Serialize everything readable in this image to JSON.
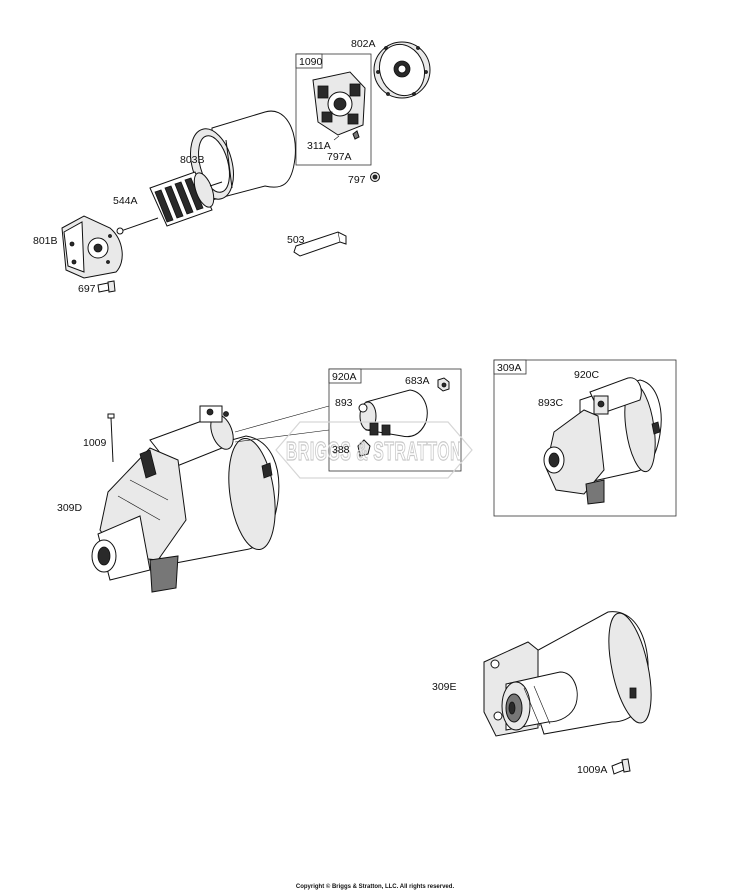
{
  "labels": {
    "l802A": "802A",
    "l1090": "1090",
    "l311A": "311A",
    "l797A": "797A",
    "l797": "797",
    "l803B": "803B",
    "l544A": "544A",
    "l801B": "801B",
    "l697": "697",
    "l503": "503",
    "l920A": "920A",
    "l683A": "683A",
    "l893": "893",
    "l388": "388",
    "l1009": "1009",
    "l309D": "309D",
    "l309A": "309A",
    "l920C": "920C",
    "l893C": "893C",
    "l309E": "309E",
    "l1009A": "1009A"
  },
  "watermark": "BRIGGS & STRATTON",
  "copyright": "Copyright © Briggs & Stratton, LLC. All rights reserved."
}
